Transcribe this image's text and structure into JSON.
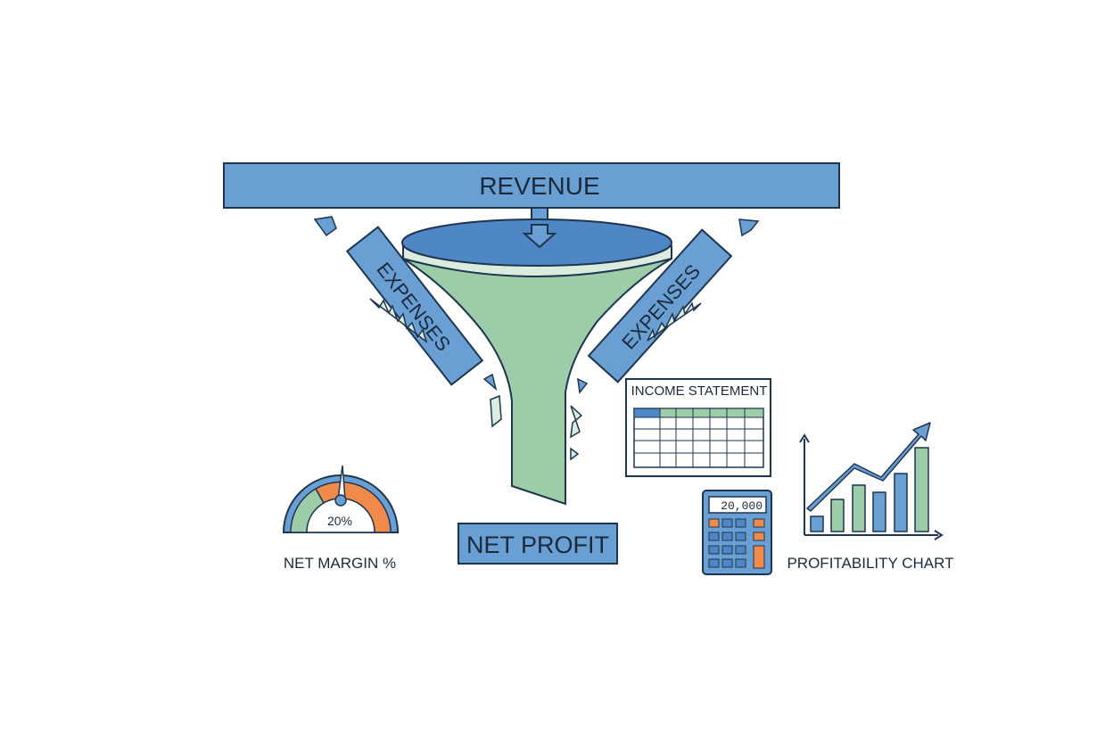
{
  "diagram": {
    "revenue_label": "REVENUE",
    "expenses_left_label": "EXPENSES",
    "expenses_right_label": "EXPENSES",
    "net_profit_label": "NET PROFIT",
    "gauge": {
      "value_text": "20%",
      "caption": "NET MARGIN %",
      "level_fraction": 0.2
    },
    "income_statement": {
      "title": "INCOME STATEMENT"
    },
    "calculator": {
      "display": "20,000"
    },
    "profitability_chart": {
      "caption": "PROFITABILITY CHART"
    }
  },
  "colors": {
    "blue": "#6a9fd4",
    "blue_dark": "#4f86c6",
    "green": "#9ccca8",
    "green_light": "#d9ecdd",
    "orange": "#ef8a4a",
    "outline": "#1e3550"
  },
  "icons": [
    "funnel-icon",
    "gauge-icon",
    "spreadsheet-icon",
    "calculator-icon",
    "bar-chart-icon",
    "trend-arrow-icon"
  ]
}
